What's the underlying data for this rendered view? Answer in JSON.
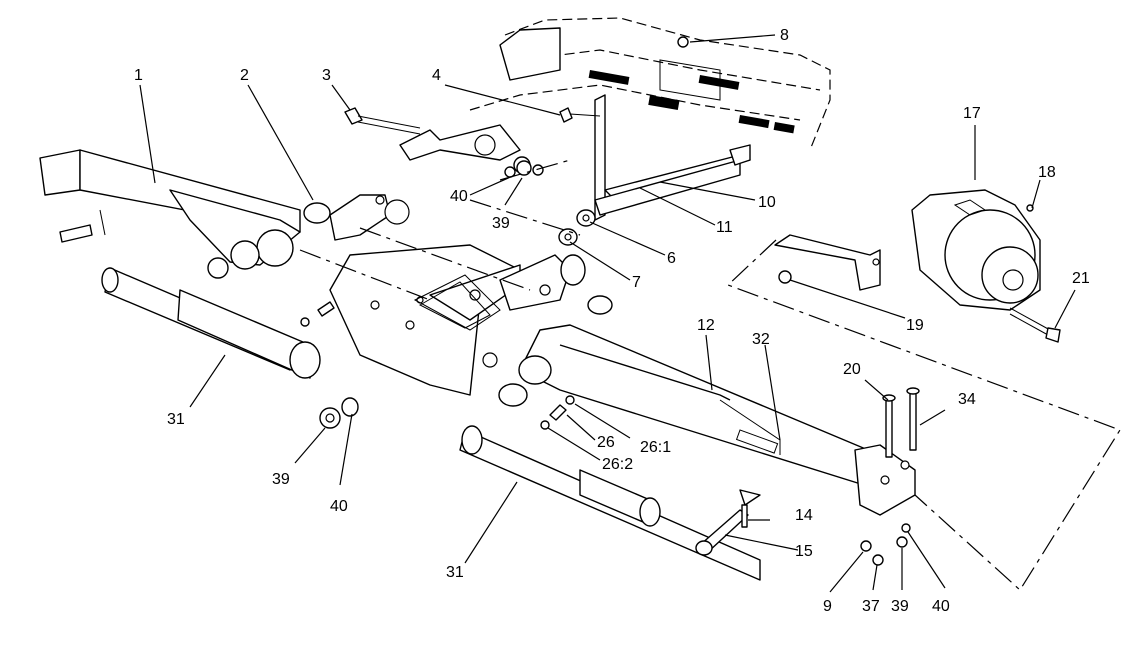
{
  "callouts": {
    "c1": "1",
    "c2": "2",
    "c3": "3",
    "c4": "4",
    "c6": "6",
    "c7": "7",
    "c8": "8",
    "c9": "9",
    "c10": "10",
    "c11": "11",
    "c12": "12",
    "c14": "14",
    "c15": "15",
    "c17": "17",
    "c18": "18",
    "c19": "19",
    "c20": "20",
    "c21": "21",
    "c26": "26",
    "c26_1": "26:1",
    "c26_2": "26:2",
    "c31a": "31",
    "c31b": "31",
    "c32": "32",
    "c34": "34",
    "c37": "37",
    "c39a": "39",
    "c39b": "39",
    "c39c": "39",
    "c40a": "40",
    "c40b": "40",
    "c40c": "40"
  }
}
